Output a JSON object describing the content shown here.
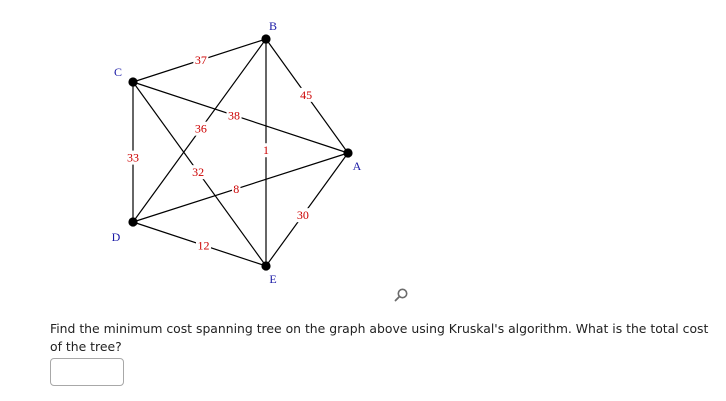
{
  "graph": {
    "nodes": [
      {
        "id": "A",
        "label": "A"
      },
      {
        "id": "B",
        "label": "B"
      },
      {
        "id": "C",
        "label": "C"
      },
      {
        "id": "D",
        "label": "D"
      },
      {
        "id": "E",
        "label": "E"
      }
    ],
    "edges": [
      {
        "from": "C",
        "to": "B",
        "weight": "37"
      },
      {
        "from": "B",
        "to": "A",
        "weight": "45"
      },
      {
        "from": "C",
        "to": "A",
        "weight": "38"
      },
      {
        "from": "D",
        "to": "B",
        "weight": "36"
      },
      {
        "from": "C",
        "to": "D",
        "weight": "33"
      },
      {
        "from": "C",
        "to": "E",
        "weight": "32"
      },
      {
        "from": "B",
        "to": "E",
        "weight": "1"
      },
      {
        "from": "D",
        "to": "A",
        "weight": "8"
      },
      {
        "from": "A",
        "to": "E",
        "weight": "30"
      },
      {
        "from": "D",
        "to": "E",
        "weight": "12"
      }
    ]
  },
  "magnifier_icon": "magnifier-icon",
  "question": {
    "text": "Find the minimum cost spanning tree on the graph above using Kruskal's algorithm. What is the total cost of the tree?"
  },
  "answer": {
    "value": "",
    "placeholder": ""
  }
}
